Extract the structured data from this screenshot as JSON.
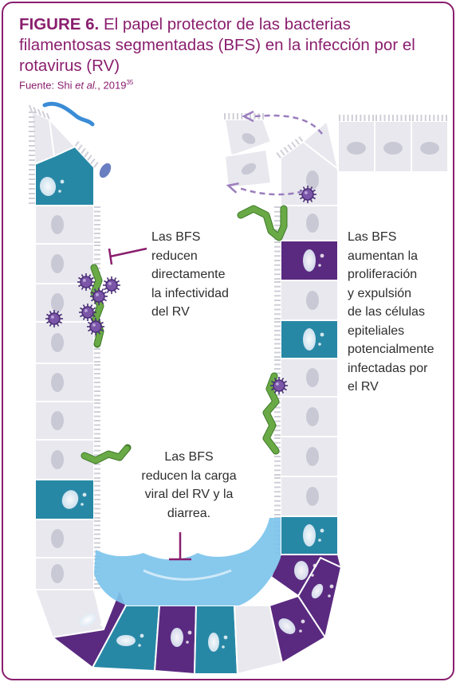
{
  "figure": {
    "label": "FIGURE 6.",
    "title": "El papel protector de las bacterias filamentosas segmentadas (BFS) en la infección por el rotavirus (RV)",
    "source_prefix": "Fuente: Shi ",
    "source_italic": "et al.",
    "source_year": ", 2019",
    "source_ref": "35"
  },
  "callouts": {
    "left_top": [
      "Las BFS",
      "reducen",
      "directamente",
      "la infectividad",
      "del RV"
    ],
    "right": [
      "Las BFS",
      "aumentan la",
      "proliferación",
      "y expulsión",
      "de las células",
      "epiteliales",
      "potencialmente",
      "infectadas por",
      "el RV"
    ],
    "bottom": [
      "Las BFS",
      "reducen la carga",
      "viral del RV y la",
      "diarrea."
    ]
  },
  "colors": {
    "border": "#8a1e6e",
    "cell_gray": "#e8e8ee",
    "cell_teal": "#2788a6",
    "cell_purple": "#5a2a80",
    "lumen_fluid": "#7dc4ec",
    "bacteria_green": "#6aaa46",
    "virus_purple": "#7b55a7",
    "inhibitor": "#8a1e6e",
    "arrow_dashed": "#9b7dbd"
  },
  "icons": [
    "rotavirus-icon",
    "bfs-bacteria-icon",
    "inhibition-bar-icon",
    "dashed-arrow-icon"
  ]
}
